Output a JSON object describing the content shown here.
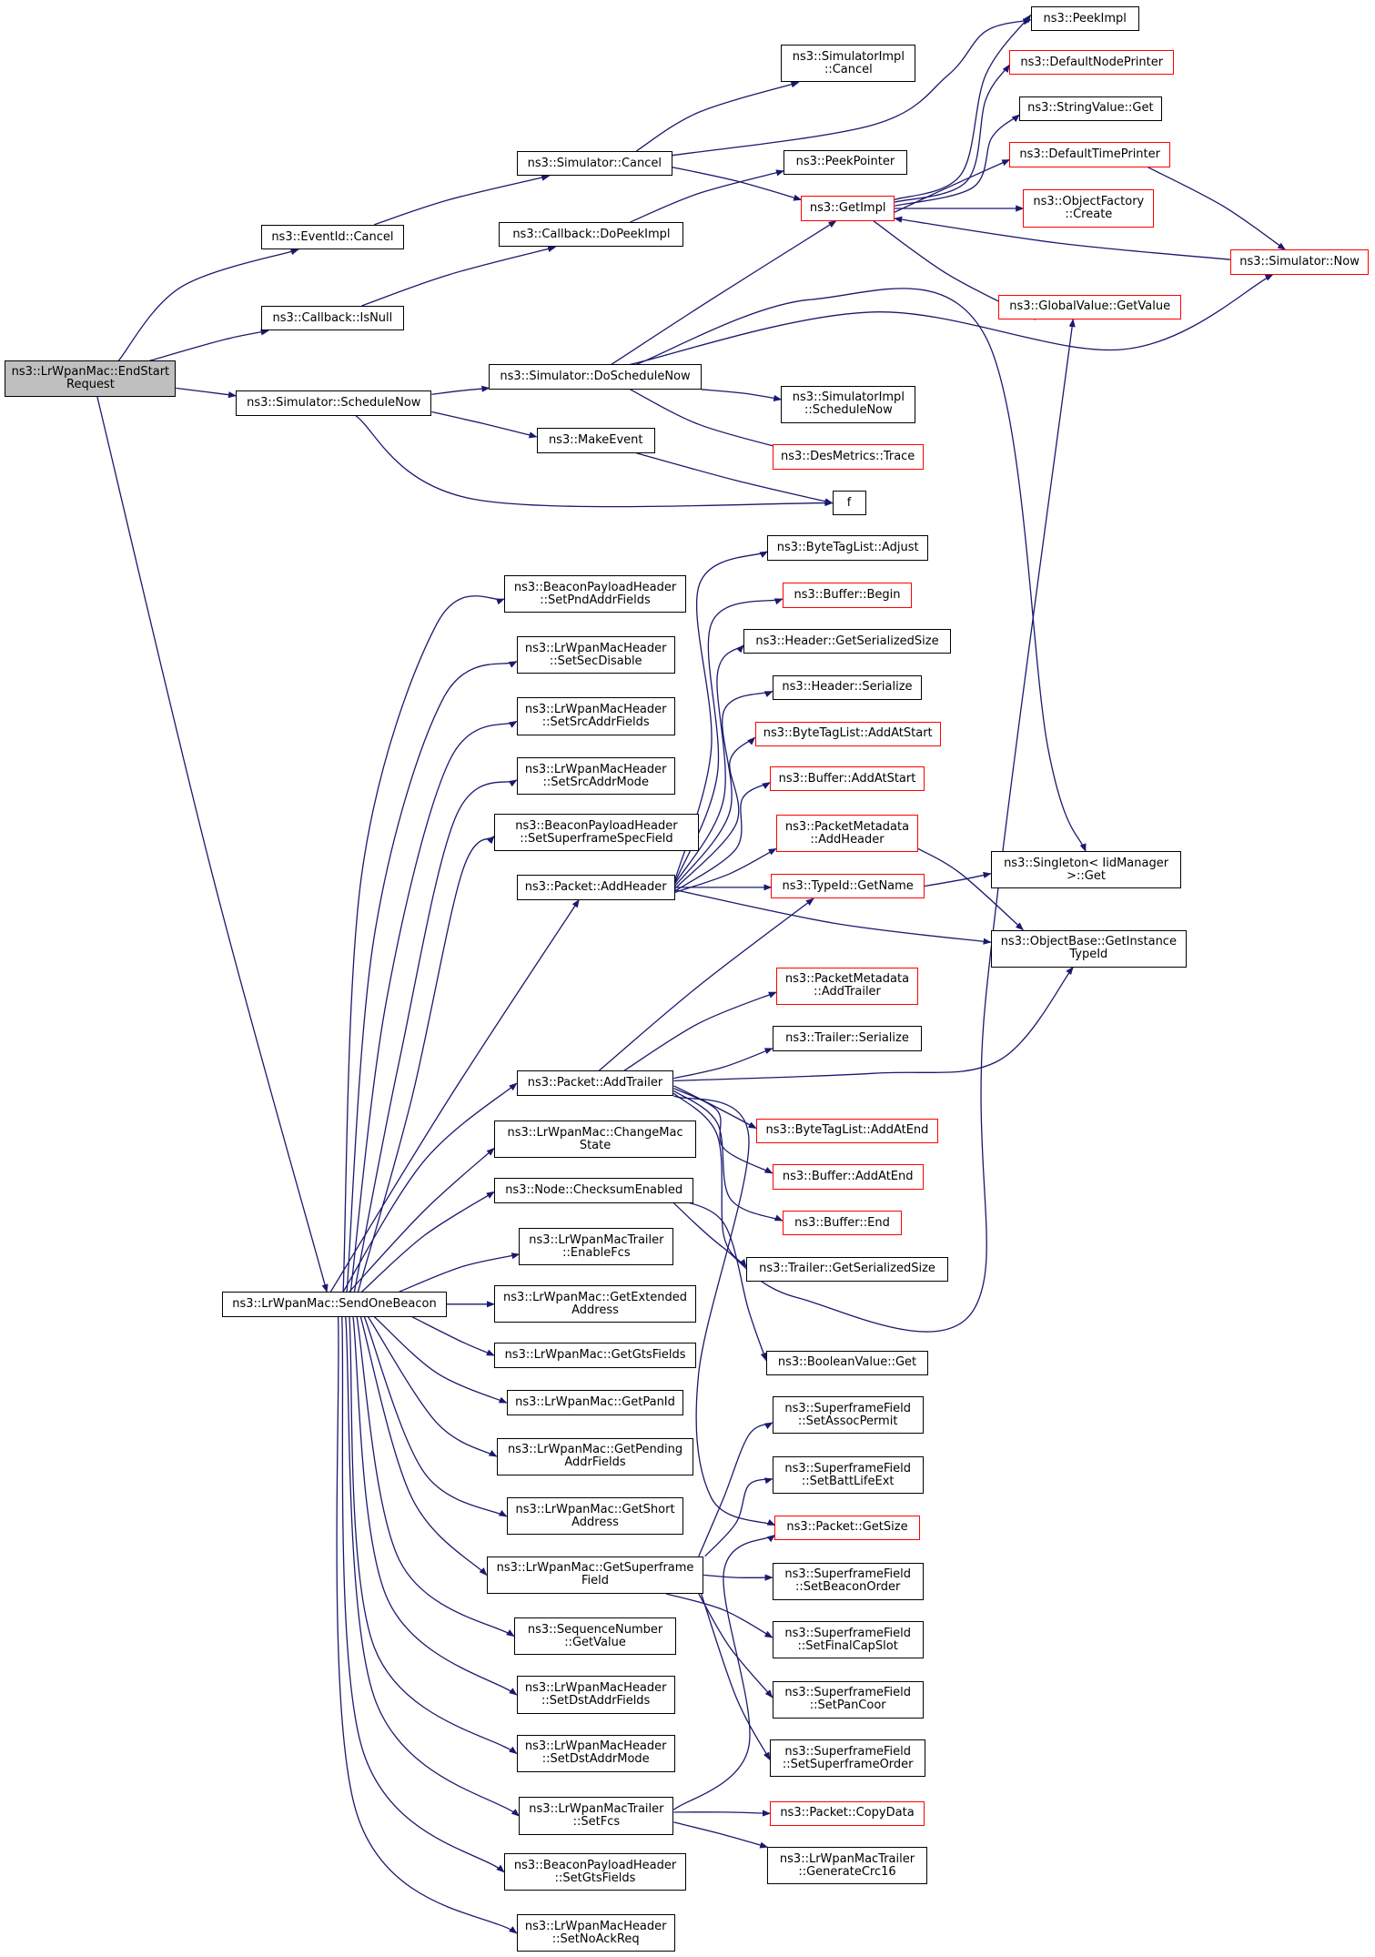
{
  "colors": {
    "edge": "#191970",
    "border": "#000000",
    "incomplete_border": "#ff0000",
    "root_fill": "#bfbfbf"
  },
  "nodes": {
    "n0": "ns3::LrWpanMac::EndStart\nRequest",
    "n1": "ns3::EventId::Cancel",
    "n2": "ns3::Callback::IsNull",
    "n3": "ns3::Simulator::ScheduleNow",
    "n4": "ns3::LrWpanMac::SendOneBeacon",
    "n5": "ns3::Simulator::Cancel",
    "n6": "ns3::Callback::DoPeekImpl",
    "n7": "ns3::Simulator::DoScheduleNow",
    "n8": "ns3::MakeEvent",
    "n9": "ns3::SimulatorImpl\n::Cancel",
    "n10": "ns3::PeekImpl",
    "n11": "ns3::DefaultNodePrinter",
    "n12": "ns3::StringValue::Get",
    "n13": "ns3::PeekPointer",
    "n14": "ns3::DefaultTimePrinter",
    "n15": "ns3::GetImpl",
    "n16": "ns3::ObjectFactory\n::Create",
    "n17": "ns3::Simulator::Now",
    "n18": "ns3::GlobalValue::GetValue",
    "n19": "ns3::SimulatorImpl\n::ScheduleNow",
    "n20": "ns3::DesMetrics::Trace",
    "n21": "f",
    "n22": "ns3::BeaconPayloadHeader\n::SetPndAddrFields",
    "n23": "ns3::LrWpanMacHeader\n::SetSecDisable",
    "n24": "ns3::LrWpanMacHeader\n::SetSrcAddrFields",
    "n25": "ns3::LrWpanMacHeader\n::SetSrcAddrMode",
    "n26": "ns3::BeaconPayloadHeader\n::SetSuperframeSpecField",
    "n27": "ns3::Packet::AddHeader",
    "n28": "ns3::Packet::AddTrailer",
    "n29": "ns3::LrWpanMac::ChangeMac\nState",
    "n30": "ns3::Node::ChecksumEnabled",
    "n31": "ns3::LrWpanMacTrailer\n::EnableFcs",
    "n32": "ns3::LrWpanMac::GetExtended\nAddress",
    "n33": "ns3::LrWpanMac::GetGtsFields",
    "n34": "ns3::LrWpanMac::GetPanId",
    "n35": "ns3::LrWpanMac::GetPending\nAddrFields",
    "n36": "ns3::LrWpanMac::GetShort\nAddress",
    "n37": "ns3::LrWpanMac::GetSuperframe\nField",
    "n38": "ns3::SequenceNumber\n::GetValue",
    "n39": "ns3::LrWpanMacHeader\n::SetDstAddrFields",
    "n40": "ns3::LrWpanMacHeader\n::SetDstAddrMode",
    "n41": "ns3::LrWpanMacTrailer\n::SetFcs",
    "n42": "ns3::BeaconPayloadHeader\n::SetGtsFields",
    "n43": "ns3::LrWpanMacHeader\n::SetNoAckReq",
    "n44": "ns3::ByteTagList::Adjust",
    "n45": "ns3::Buffer::Begin",
    "n46": "ns3::Header::GetSerializedSize",
    "n47": "ns3::Header::Serialize",
    "n48": "ns3::ByteTagList::AddAtStart",
    "n49": "ns3::Buffer::AddAtStart",
    "n50": "ns3::PacketMetadata\n::AddHeader",
    "n51": "ns3::TypeId::GetName",
    "n52": "ns3::Singleton< IidManager\n>::Get",
    "n53": "ns3::ObjectBase::GetInstance\nTypeId",
    "n54": "ns3::PacketMetadata\n::AddTrailer",
    "n55": "ns3::Trailer::Serialize",
    "n56": "ns3::ByteTagList::AddAtEnd",
    "n57": "ns3::Buffer::AddAtEnd",
    "n58": "ns3::Buffer::End",
    "n59": "ns3::Trailer::GetSerializedSize",
    "n60": "ns3::BooleanValue::Get",
    "n61": "ns3::SuperframeField\n::SetAssocPermit",
    "n62": "ns3::SuperframeField\n::SetBattLifeExt",
    "n63": "ns3::Packet::GetSize",
    "n64": "ns3::SuperframeField\n::SetBeaconOrder",
    "n65": "ns3::SuperframeField\n::SetFinalCapSlot",
    "n66": "ns3::SuperframeField\n::SetPanCoor",
    "n67": "ns3::SuperframeField\n::SetSuperframeOrder",
    "n68": "ns3::Packet::CopyData",
    "n69": "ns3::LrWpanMacTrailer\n::GenerateCrc16"
  }
}
